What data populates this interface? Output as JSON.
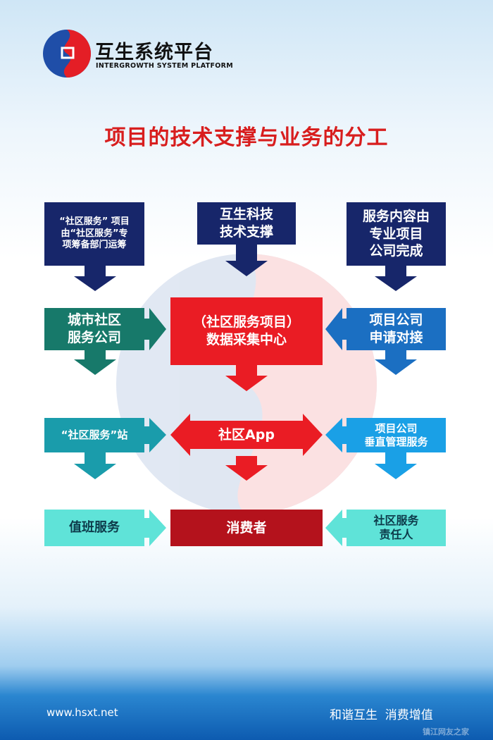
{
  "logo": {
    "title": "互生系统平台",
    "subtitle": "INTERGROWTH SYSTEM PLATFORM"
  },
  "title": "项目的技术支撑与业务的分工",
  "row1": {
    "left": [
      "“社区服务” 项目",
      "由“社区服务”专",
      "项筹备部门运筹"
    ],
    "center": [
      "互生科技",
      "技术支撑"
    ],
    "right": [
      "服务内容由",
      "专业项目",
      "公司完成"
    ]
  },
  "row2": {
    "left": [
      "城市社区",
      "服务公司"
    ],
    "center": [
      "（社区服务项目）",
      "数据采集中心"
    ],
    "right": [
      "项目公司",
      "申请对接"
    ]
  },
  "row3": {
    "left": "“社区服务”站",
    "center": "社区App",
    "right": [
      "项目公司",
      "垂直管理服务"
    ]
  },
  "row4": {
    "left": "值班服务",
    "center": "消费者",
    "right": [
      "社区服务",
      "责任人"
    ]
  },
  "footer": {
    "url": "www.hsxt.net",
    "slogan": "和谐互生  消费增值"
  },
  "watermark": "镇江网友之家",
  "colors": {
    "navy": "#17266a",
    "green": "#17796a",
    "red": "#ea1c24",
    "blue": "#1b6fc2",
    "teal": "#1a9cab",
    "lightblue": "#1aa0e6",
    "cyan": "#5fe3d8",
    "darkred": "#b4121c"
  }
}
